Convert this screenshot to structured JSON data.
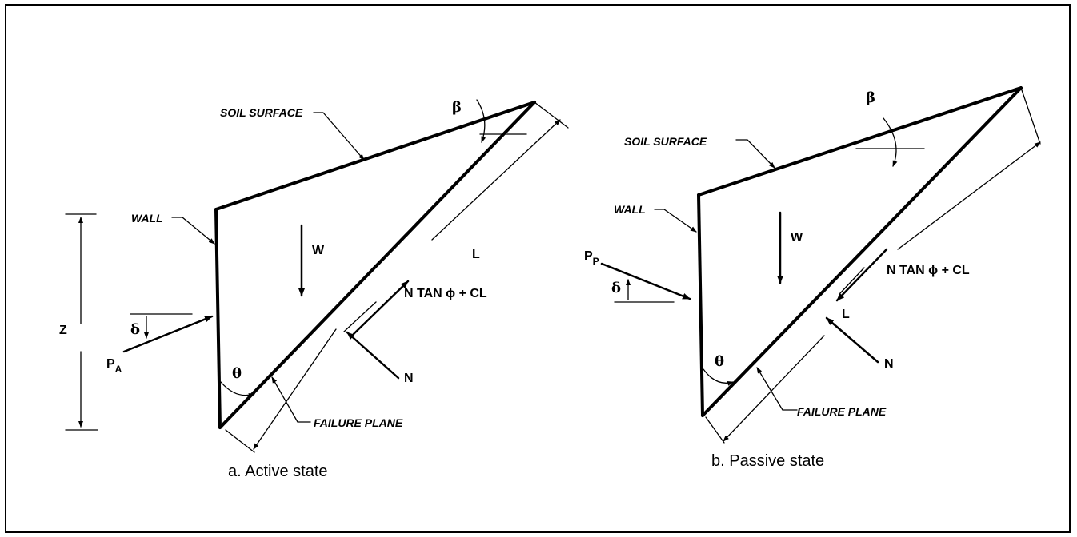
{
  "active": {
    "soil_surface": "SOIL SURFACE",
    "wall": "WALL",
    "failure_plane": "FAILURE PLANE",
    "weight": "W",
    "length": "L",
    "shear": "N TAN ϕ + CL",
    "normal": "N",
    "depth": "Z",
    "theta": "θ",
    "beta": "β",
    "delta": "δ",
    "force_main": "P",
    "force_sub": "A",
    "caption": "a. Active state"
  },
  "passive": {
    "soil_surface": "SOIL SURFACE",
    "wall": "WALL",
    "failure_plane": "FAILURE PLANE",
    "weight": "W",
    "length": "L",
    "shear": "N TAN ϕ + CL",
    "normal": "N",
    "theta": "θ",
    "beta": "β",
    "delta": "δ",
    "force_main": "P",
    "force_sub": "P",
    "caption": "b. Passive state"
  }
}
